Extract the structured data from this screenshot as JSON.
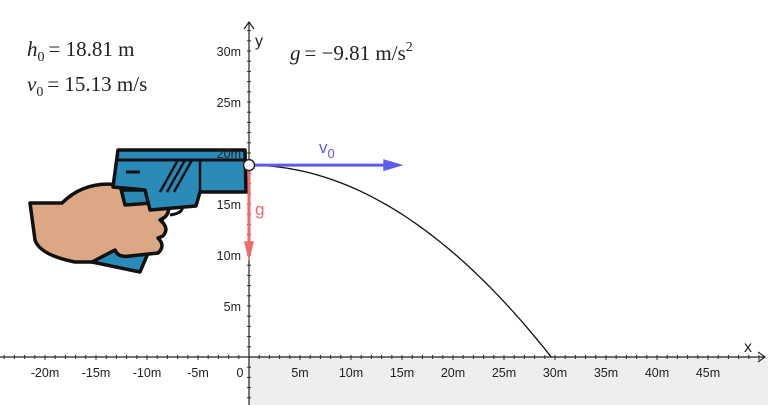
{
  "params": {
    "h0_symbol": "h",
    "h0_sub": "0",
    "h0_value": "= 18.81 m",
    "v0_symbol": "v",
    "v0_sub": "0",
    "v0_value": "= 15.13 m/s",
    "g_symbol": "g",
    "g_value": "= −9.81 m/s",
    "g_exp": "2"
  },
  "physics": {
    "h0": 18.81,
    "v0": 15.13,
    "g": -9.81
  },
  "axes": {
    "x_label": "x",
    "y_label": "y",
    "x_ticks": [
      "-20m",
      "-15m",
      "-10m",
      "-5m",
      "0",
      "5m",
      "10m",
      "15m",
      "20m",
      "25m",
      "30m",
      "35m",
      "40m",
      "45m"
    ],
    "x_tick_values": [
      -20,
      -15,
      -10,
      -5,
      0,
      5,
      10,
      15,
      20,
      25,
      30,
      35,
      40,
      45
    ],
    "y_ticks": [
      "5m",
      "10m",
      "15m",
      "20m",
      "25m",
      "30m"
    ],
    "y_tick_values": [
      5,
      10,
      15,
      20,
      25,
      30
    ]
  },
  "vectors": {
    "velocity_label": "v",
    "velocity_sub": "0",
    "gravity_label": "g"
  },
  "colors": {
    "velocity": "#5b5bf0",
    "gravity": "#f06a6a",
    "trajectory": "#111111",
    "gun": "#2a8bb8",
    "hand": "#dba784",
    "ground_shade": "#eeeeee"
  }
}
